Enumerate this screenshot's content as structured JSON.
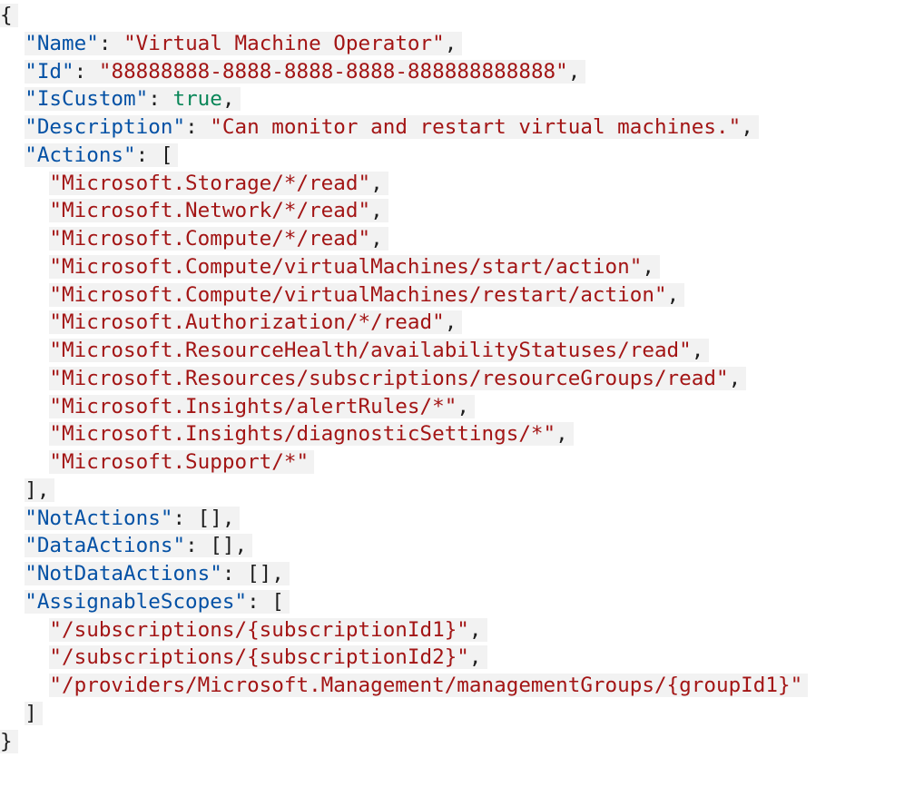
{
  "code": {
    "language": "json",
    "lines": [
      {
        "indent": "",
        "parts": [
          {
            "t": "p",
            "v": "{"
          }
        ]
      },
      {
        "indent": "  ",
        "parts": [
          {
            "t": "k",
            "v": "\"Name\""
          },
          {
            "t": "p",
            "v": ": "
          },
          {
            "t": "s",
            "v": "\"Virtual Machine Operator\""
          },
          {
            "t": "p",
            "v": ","
          }
        ]
      },
      {
        "indent": "  ",
        "parts": [
          {
            "t": "k",
            "v": "\"Id\""
          },
          {
            "t": "p",
            "v": ": "
          },
          {
            "t": "s",
            "v": "\"88888888-8888-8888-8888-888888888888\""
          },
          {
            "t": "p",
            "v": ","
          }
        ]
      },
      {
        "indent": "  ",
        "parts": [
          {
            "t": "k",
            "v": "\"IsCustom\""
          },
          {
            "t": "p",
            "v": ": "
          },
          {
            "t": "b",
            "v": "true"
          },
          {
            "t": "p",
            "v": ","
          }
        ]
      },
      {
        "indent": "  ",
        "parts": [
          {
            "t": "k",
            "v": "\"Description\""
          },
          {
            "t": "p",
            "v": ": "
          },
          {
            "t": "s",
            "v": "\"Can monitor and restart virtual machines.\""
          },
          {
            "t": "p",
            "v": ","
          }
        ]
      },
      {
        "indent": "  ",
        "parts": [
          {
            "t": "k",
            "v": "\"Actions\""
          },
          {
            "t": "p",
            "v": ": ["
          }
        ]
      },
      {
        "indent": "    ",
        "parts": [
          {
            "t": "s",
            "v": "\"Microsoft.Storage/*/read\""
          },
          {
            "t": "p",
            "v": ","
          }
        ]
      },
      {
        "indent": "    ",
        "parts": [
          {
            "t": "s",
            "v": "\"Microsoft.Network/*/read\""
          },
          {
            "t": "p",
            "v": ","
          }
        ]
      },
      {
        "indent": "    ",
        "parts": [
          {
            "t": "s",
            "v": "\"Microsoft.Compute/*/read\""
          },
          {
            "t": "p",
            "v": ","
          }
        ]
      },
      {
        "indent": "    ",
        "parts": [
          {
            "t": "s",
            "v": "\"Microsoft.Compute/virtualMachines/start/action\""
          },
          {
            "t": "p",
            "v": ","
          }
        ]
      },
      {
        "indent": "    ",
        "parts": [
          {
            "t": "s",
            "v": "\"Microsoft.Compute/virtualMachines/restart/action\""
          },
          {
            "t": "p",
            "v": ","
          }
        ]
      },
      {
        "indent": "    ",
        "parts": [
          {
            "t": "s",
            "v": "\"Microsoft.Authorization/*/read\""
          },
          {
            "t": "p",
            "v": ","
          }
        ]
      },
      {
        "indent": "    ",
        "parts": [
          {
            "t": "s",
            "v": "\"Microsoft.ResourceHealth/availabilityStatuses/read\""
          },
          {
            "t": "p",
            "v": ","
          }
        ]
      },
      {
        "indent": "    ",
        "parts": [
          {
            "t": "s",
            "v": "\"Microsoft.Resources/subscriptions/resourceGroups/read\""
          },
          {
            "t": "p",
            "v": ","
          }
        ]
      },
      {
        "indent": "    ",
        "parts": [
          {
            "t": "s",
            "v": "\"Microsoft.Insights/alertRules/*\""
          },
          {
            "t": "p",
            "v": ","
          }
        ]
      },
      {
        "indent": "    ",
        "parts": [
          {
            "t": "s",
            "v": "\"Microsoft.Insights/diagnosticSettings/*\""
          },
          {
            "t": "p",
            "v": ","
          }
        ]
      },
      {
        "indent": "    ",
        "parts": [
          {
            "t": "s",
            "v": "\"Microsoft.Support/*\""
          }
        ]
      },
      {
        "indent": "  ",
        "parts": [
          {
            "t": "p",
            "v": "],"
          }
        ]
      },
      {
        "indent": "  ",
        "parts": [
          {
            "t": "k",
            "v": "\"NotActions\""
          },
          {
            "t": "p",
            "v": ": [],"
          }
        ]
      },
      {
        "indent": "  ",
        "parts": [
          {
            "t": "k",
            "v": "\"DataActions\""
          },
          {
            "t": "p",
            "v": ": [],"
          }
        ]
      },
      {
        "indent": "  ",
        "parts": [
          {
            "t": "k",
            "v": "\"NotDataActions\""
          },
          {
            "t": "p",
            "v": ": [],"
          }
        ]
      },
      {
        "indent": "  ",
        "parts": [
          {
            "t": "k",
            "v": "\"AssignableScopes\""
          },
          {
            "t": "p",
            "v": ": ["
          }
        ]
      },
      {
        "indent": "    ",
        "parts": [
          {
            "t": "s",
            "v": "\"/subscriptions/{subscriptionId1}\""
          },
          {
            "t": "p",
            "v": ","
          }
        ]
      },
      {
        "indent": "    ",
        "parts": [
          {
            "t": "s",
            "v": "\"/subscriptions/{subscriptionId2}\""
          },
          {
            "t": "p",
            "v": ","
          }
        ]
      },
      {
        "indent": "    ",
        "parts": [
          {
            "t": "s",
            "v": "\"/providers/Microsoft.Management/managementGroups/{groupId1}\""
          }
        ]
      },
      {
        "indent": "  ",
        "parts": [
          {
            "t": "p",
            "v": "]"
          }
        ]
      },
      {
        "indent": "",
        "parts": [
          {
            "t": "p",
            "v": "}"
          }
        ]
      }
    ]
  },
  "colors": {
    "key": "#0451a5",
    "string": "#a31515",
    "boolean": "#098658",
    "punctuation": "#1e1e1e",
    "line_highlight": "#f2f2f2"
  }
}
